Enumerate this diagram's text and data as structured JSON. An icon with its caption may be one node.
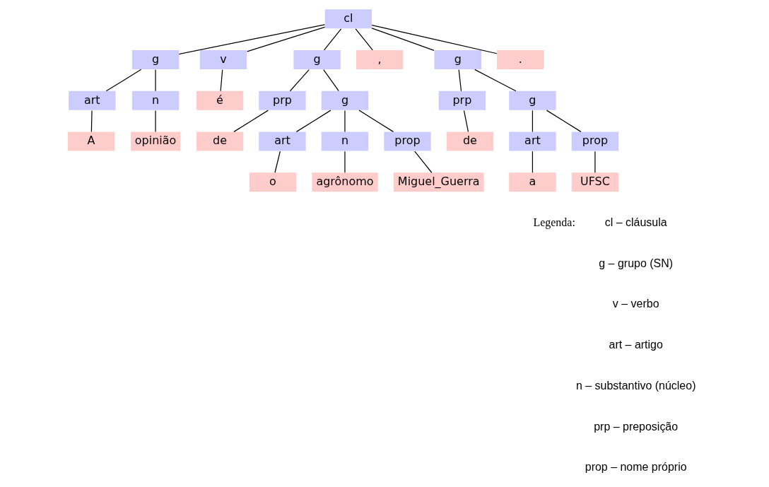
{
  "diagram": {
    "nodes": [
      {
        "text": [
          "cl"
        ]
      },
      {
        "text": [
          "g"
        ]
      },
      {
        "text": [
          "v"
        ]
      },
      {
        "text": [
          "g"
        ]
      },
      {
        "text": [
          ","
        ]
      },
      {
        "text": [
          "g"
        ]
      },
      {
        "text": [
          "."
        ]
      },
      {
        "text": [
          "art"
        ]
      },
      {
        "text": [
          "n"
        ]
      },
      {
        "text": [
          "é"
        ]
      },
      {
        "text": [
          "prp"
        ]
      },
      {
        "text": [
          "g"
        ]
      },
      {
        "text": [
          "prp"
        ]
      },
      {
        "text": [
          "g"
        ]
      },
      {
        "text": [
          "A"
        ]
      },
      {
        "text": [
          "opinião"
        ]
      },
      {
        "text": [
          "de"
        ]
      },
      {
        "text": [
          "art"
        ]
      },
      {
        "text": [
          "n"
        ]
      },
      {
        "text": [
          "prop"
        ]
      },
      {
        "text": [
          "de"
        ]
      },
      {
        "text": [
          "art"
        ]
      },
      {
        "text": [
          "prop"
        ]
      },
      {
        "text": [
          "o"
        ]
      },
      {
        "text": [
          "agrônomo"
        ]
      },
      {
        "text": [
          "Miguel_Guerra"
        ]
      },
      {
        "text": [
          "a"
        ]
      },
      {
        "text": [
          "UFSC"
        ]
      }
    ],
    "edges": [
      {
        "from": 0,
        "to": 1,
        "arrow": "none"
      },
      {
        "from": 0,
        "to": 2,
        "arrow": "none"
      },
      {
        "from": 0,
        "to": 3,
        "arrow": "none"
      },
      {
        "from": 0,
        "to": 4,
        "arrow": "none"
      },
      {
        "from": 0,
        "to": 5,
        "arrow": "none"
      },
      {
        "from": 0,
        "to": 6,
        "arrow": "none"
      },
      {
        "from": 1,
        "to": 7,
        "arrow": "none"
      },
      {
        "from": 1,
        "to": 8,
        "arrow": "none"
      },
      {
        "from": 2,
        "to": 9,
        "arrow": "none"
      },
      {
        "from": 3,
        "to": 10,
        "arrow": "none"
      },
      {
        "from": 3,
        "to": 11,
        "arrow": "none"
      },
      {
        "from": 5,
        "to": 12,
        "arrow": "none"
      },
      {
        "from": 5,
        "to": 13,
        "arrow": "none"
      },
      {
        "from": 7,
        "to": 14,
        "arrow": "none"
      },
      {
        "from": 8,
        "to": 15,
        "arrow": "none"
      },
      {
        "from": 10,
        "to": 16,
        "arrow": "none"
      },
      {
        "from": 11,
        "to": 17,
        "arrow": "none"
      },
      {
        "from": 11,
        "to": 18,
        "arrow": "none"
      },
      {
        "from": 11,
        "to": 19,
        "arrow": "none"
      },
      {
        "from": 12,
        "to": 20,
        "arrow": "none"
      },
      {
        "from": 13,
        "to": 21,
        "arrow": "none"
      },
      {
        "from": 13,
        "to": 22,
        "arrow": "none"
      },
      {
        "from": 17,
        "to": 23,
        "arrow": "none"
      },
      {
        "from": 18,
        "to": 24,
        "arrow": "none"
      },
      {
        "from": 19,
        "to": 25,
        "arrow": "none"
      },
      {
        "from": 21,
        "to": 26,
        "arrow": "none"
      },
      {
        "from": 22,
        "to": 27,
        "arrow": "none"
      }
    ],
    "labels": [
      "Legenda:",
      "cl – cláusula",
      "g – grupo (SN)",
      "v – verbo",
      "art – artigo",
      "n – substantivo (núcleo)",
      "prp – preposição",
      "prop – nome próprio"
    ]
  }
}
